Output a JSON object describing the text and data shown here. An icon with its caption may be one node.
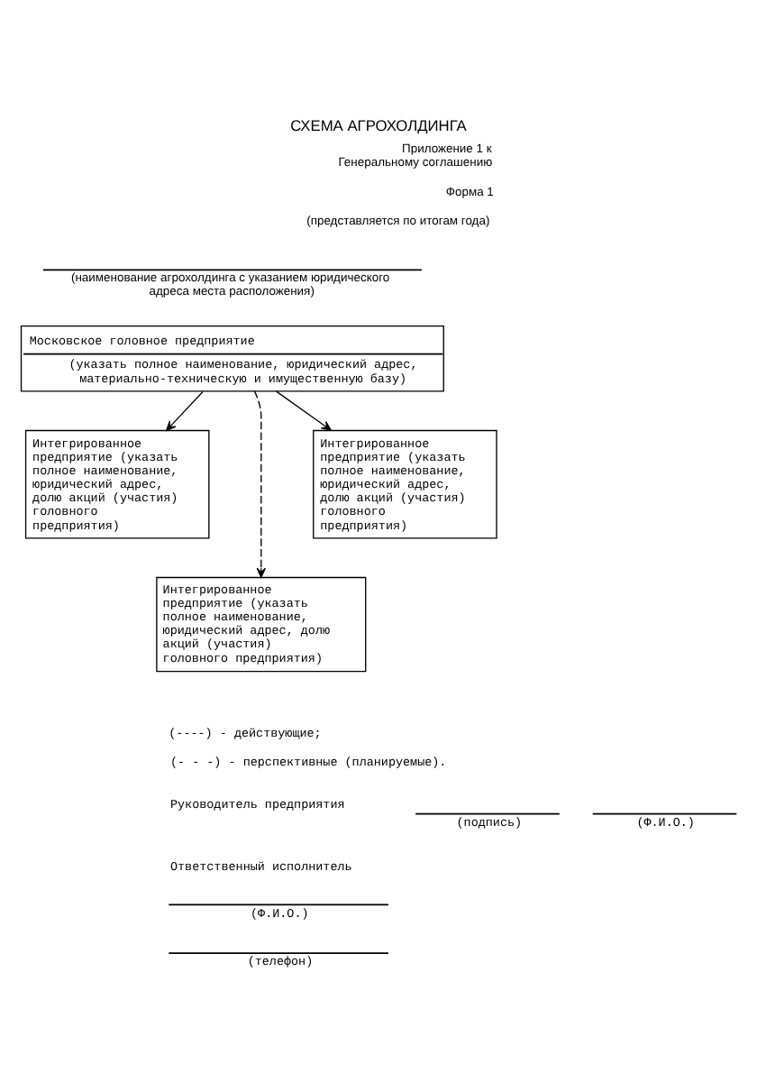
{
  "diagram": {
    "title": "СХЕМА АГРОХОЛДИНГА",
    "nodes": [
      {
        "text": [
          "Московское головное предприятие",
          "(указать полное наименование, юридический адрес, материально-техническую и имущественную базу)"
        ]
      },
      {
        "text": [
          "Интегрированное предприятие (указать полное наименование, юридический адрес, долю акций (участия) головного предприятия)"
        ]
      },
      {
        "text": [
          "Интегрированное предприятие (указать полное наименование, юридический адрес, долю акций (участия) головного предприятия)"
        ]
      },
      {
        "text": [
          "Интегрированное предприятие (указать полное наименование, юридический адрес, долю акций (участия) головного предприятия)"
        ]
      }
    ],
    "edges": [
      {
        "from": 0,
        "to": 1,
        "arrow": "to"
      },
      {
        "from": 0,
        "to": 2,
        "arrow": "to"
      },
      {
        "from": 0,
        "to": 3,
        "arrow": "to",
        "style": "dashed"
      }
    ],
    "labels": [
      "Приложение 1 к Генеральному соглашению",
      "Форма 1",
      "(представляется по итогам года)",
      "(наименование агрохолдинга с указанием юридического адреса места расположения)",
      "(----) - действующие;",
      "(- - -) - перспективные (планируемые).",
      "Руководитель предприятия",
      "(подпись)",
      "(Ф.И.О.)",
      "Ответственный исполнитель",
      "(Ф.И.О.)",
      "(телефон)"
    ]
  }
}
